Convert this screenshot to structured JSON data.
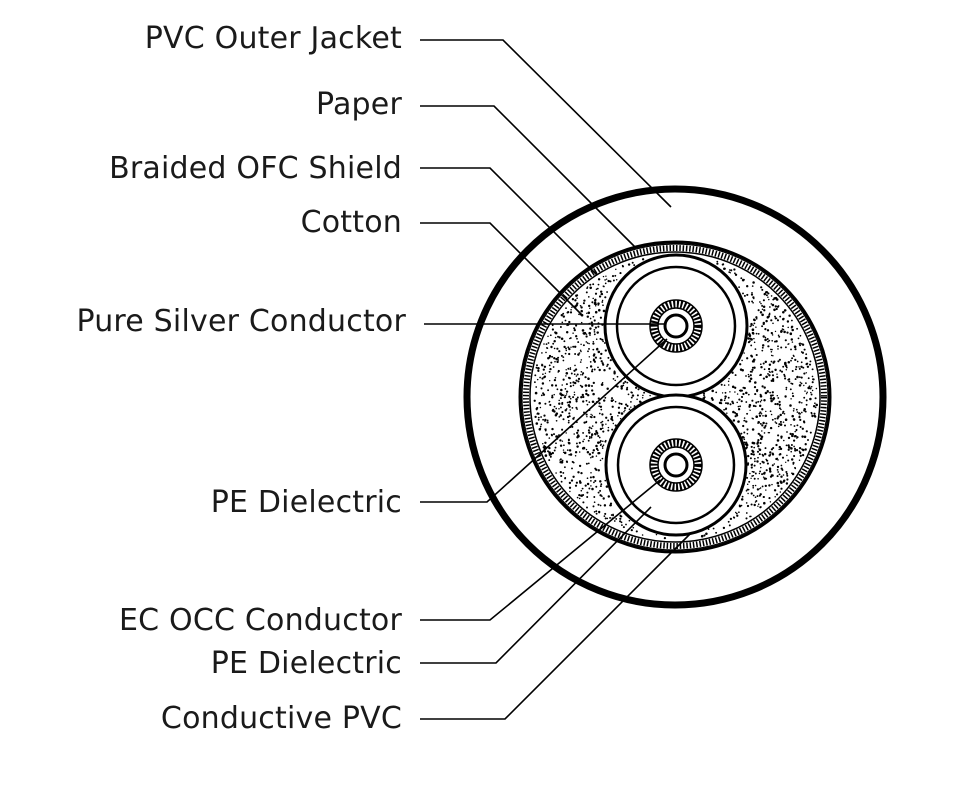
{
  "labels": [
    {
      "key": "pvc_outer_jacket",
      "text": "PVC Outer Jacket"
    },
    {
      "key": "paper",
      "text": "Paper"
    },
    {
      "key": "braided_ofc_shield",
      "text": "Braided OFC Shield"
    },
    {
      "key": "cotton",
      "text": "Cotton"
    },
    {
      "key": "pure_silver_conductor",
      "text": "Pure Silver Conductor"
    },
    {
      "key": "pe_dielectric_1",
      "text": "PE Dielectric"
    },
    {
      "key": "ec_occ_conductor",
      "text": "EC OCC Conductor"
    },
    {
      "key": "pe_dielectric_2",
      "text": "PE Dielectric"
    },
    {
      "key": "conductive_pvc",
      "text": "Conductive PVC"
    }
  ]
}
